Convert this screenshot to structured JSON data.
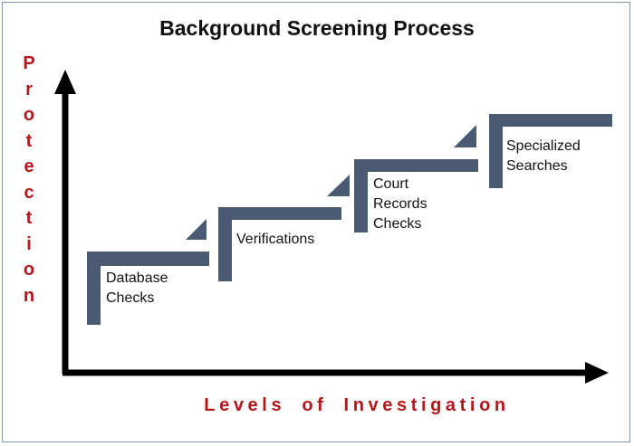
{
  "title": "Background Screening Process",
  "y_axis_label": "Protection",
  "x_axis_label": "Levels of Investigation",
  "colors": {
    "title": "#111111",
    "axis_label": "#b8141b",
    "axis": "#000000",
    "step": "#4a5a73",
    "border": "#7f97b6"
  },
  "steps": [
    {
      "line1": "Database",
      "line2": "Checks"
    },
    {
      "line1": "Verifications",
      "line2": ""
    },
    {
      "line1": "Court",
      "line2": "Records",
      "line3": "Checks"
    },
    {
      "line1": "Specialized",
      "line2": "Searches"
    }
  ]
}
